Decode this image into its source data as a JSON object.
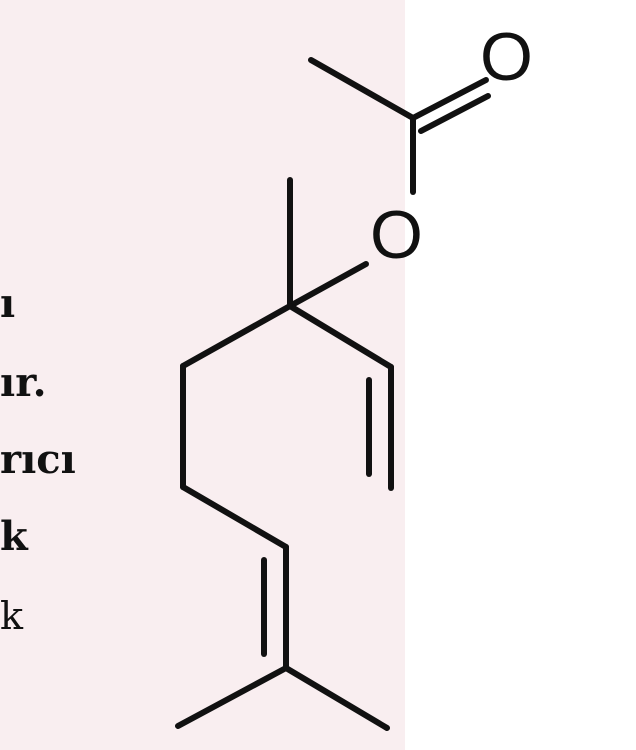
{
  "background": {
    "pink": "#f9eef0",
    "white": "#ffffff"
  },
  "text_fragments": [
    {
      "text": "ı",
      "weight": "bold"
    },
    {
      "text": "ır.",
      "weight": "bold"
    },
    {
      "text": "rıcı",
      "weight": "bold"
    },
    {
      "text": "k",
      "weight": "bold"
    },
    {
      "text": "k",
      "weight": "regular"
    }
  ],
  "molecule": {
    "atoms": {
      "carbonyl_oxygen": "O",
      "ester_oxygen": "O"
    },
    "colors": {
      "stroke": "#111111"
    }
  }
}
